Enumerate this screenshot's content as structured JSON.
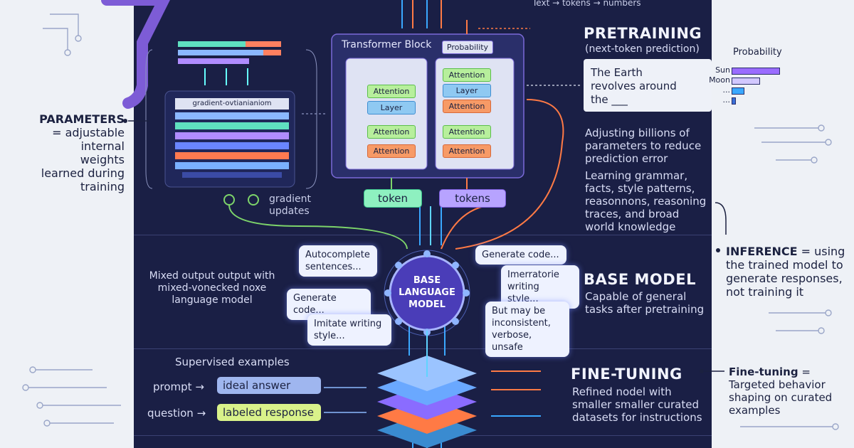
{
  "colors": {
    "panel": "#1a1f45",
    "accent_blue": "#3aa8ff",
    "accent_orange": "#ff7a45",
    "accent_purple": "#9a6cff",
    "accent_green": "#7dd46a"
  },
  "top": {
    "pipeline_caption": "Text → tokens → numbers"
  },
  "parameters": {
    "title": "PARAMETERS",
    "desc": "= adjustable internal weights learned during training"
  },
  "gradient": {
    "label": "gradient-ovtianianiom",
    "updates_label": "gradient updates"
  },
  "transformer": {
    "title": "Transformer Block",
    "probability_label": "Probability",
    "left_col": [
      "Attention",
      "Layer",
      "Attention",
      "Attention"
    ],
    "right_col": [
      "Attention",
      "Layer",
      "Attention",
      "Attention",
      "Attention"
    ],
    "token_label": "token",
    "tokens_label": "tokens"
  },
  "pretraining": {
    "title": "PRETRAINING",
    "subtitle": "(next-token prediction)",
    "probability_header": "Probability",
    "prompt": "The Earth revolves around the ___",
    "options": [
      "Sun",
      "Moon",
      "...",
      "..."
    ],
    "probs": [
      0.85,
      0.5,
      0.22,
      0.08
    ],
    "desc1": "Adjusting billions of parameters to reduce prediction error",
    "desc2": "Learning grammar, facts, style patterns, reasonnons, reasoning traces, and broad world knowledge"
  },
  "inference": {
    "title": "INFERENCE",
    "desc": "= using the trained model to generate responses, not training it"
  },
  "base": {
    "left_note": "Mixed output output with mixed-vonecked noxe language model",
    "model_label": "BASE LANGUAGE MODEL",
    "bubbles_left": [
      "Autocomplete sentences...",
      "Generate code...",
      "Imitate writing style..."
    ],
    "bubbles_right": [
      "Generate code...",
      "Imerratorie writing style...",
      "But may be inconsistent, verbose, unsafe"
    ],
    "title": "BASE MODEL",
    "desc": "Capable of general tasks after pretraining"
  },
  "finetuning": {
    "supervised_label": "Supervised examples",
    "rows": [
      {
        "input": "prompt →",
        "output": "ideal answer"
      },
      {
        "input": "question →",
        "output": "labeled response"
      }
    ],
    "title": "FINE-TUNING",
    "desc": "Refined nodel with smaller smaller curated datasets for instructions",
    "side_title": "Fine-tuning",
    "side_desc": "= Targeted behavior shaping on curated examples"
  }
}
